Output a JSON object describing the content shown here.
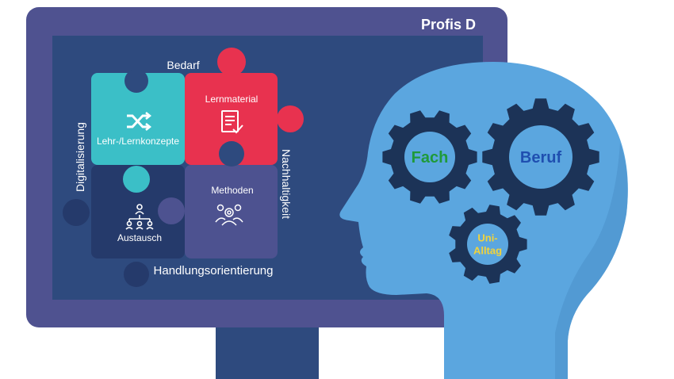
{
  "monitor": {
    "title": "Profis D"
  },
  "puzzle": {
    "top_label": "Bedarf",
    "left_label": "Digitalisierung",
    "right_label": "Nachhaltigkeit",
    "bottom_label": "Handlungsorientierung",
    "pieces": [
      {
        "label": "Lehr-/Lernkonzepte",
        "icon": "shuffle-icon",
        "color": "#3bbfc7"
      },
      {
        "label": "Lernmaterial",
        "icon": "document-check-icon",
        "color": "#e8324f"
      },
      {
        "label": "Austausch",
        "icon": "network-people-icon",
        "color": "#253a6b"
      },
      {
        "label": "Methoden",
        "icon": "teamwork-gears-icon",
        "color": "#4d5290"
      }
    ]
  },
  "head": {
    "gears": [
      {
        "label_lines": [
          "Fach"
        ],
        "text_color": "#1f9a3a"
      },
      {
        "label_lines": [
          "Beruf"
        ],
        "text_color": "#1f4fb0"
      },
      {
        "label_lines": [
          "Uni-",
          "Alltag"
        ],
        "text_color": "#f2d33a"
      }
    ]
  },
  "colors": {
    "monitor_frame": "#4f5290",
    "screen": "#2e4a7e",
    "head_light": "#5ba6df",
    "head_dark": "#4a8fc8",
    "gear_dark": "#1c3357",
    "gear_fill": "#5ba6df"
  }
}
